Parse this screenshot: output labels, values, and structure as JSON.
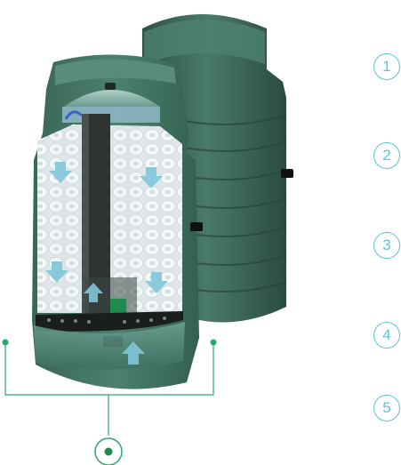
{
  "callouts": [
    {
      "label": "1"
    },
    {
      "label": "2"
    },
    {
      "label": "3"
    },
    {
      "label": "4"
    },
    {
      "label": "5"
    }
  ],
  "colors": {
    "tank_body": "#3f6b5c",
    "tank_dark": "#2c5245",
    "tank_light": "#5a8a78",
    "accent": "#5cc3dc",
    "leader_line": "#2aa76a",
    "flow_arrow": "#7fc7d8",
    "filter_media": "#e9eef0"
  },
  "icons": {
    "flow_down": "arrow-down-icon",
    "flow_up": "arrow-up-icon",
    "indicator": "green-dot-icon"
  }
}
